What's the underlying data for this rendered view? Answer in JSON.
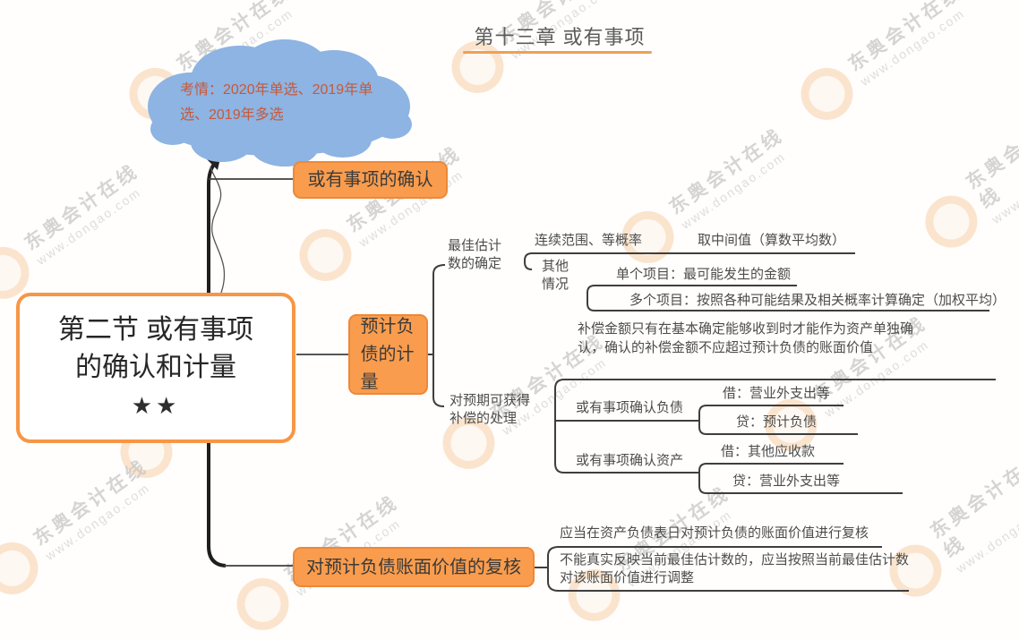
{
  "page": {
    "title": "第十三章 或有事项",
    "watermark": {
      "brand": "东奥会计在线",
      "url": "www.dongao.com"
    }
  },
  "cloud": {
    "text": "考情：2020年单选、2019年单选、2019年多选"
  },
  "root": {
    "line1": "第二节 或有事项",
    "line2": "的确认和计量",
    "stars": "★★"
  },
  "branches": {
    "confirm": {
      "label": "或有事项的确认"
    },
    "measure": {
      "label": "预计负债的计量",
      "best_estimate": {
        "label": "最佳估计数的确定",
        "continuous": {
          "label": "连续范围、等概率",
          "result": "取中间值（算数平均数）"
        },
        "other": {
          "label": "其他情况",
          "single": "单个项目：最可能发生的金额",
          "multiple": "多个项目：按照各种可能结果及相关概率计算确定（加权平均）"
        }
      },
      "compensation": {
        "label": "对预期可获得补偿的处理",
        "note": "补偿金额只有在基本确定能够收到时才能作为资产单独确认，确认的补偿金额不应超过预计负债的账面价值",
        "liability": {
          "label": "或有事项确认负债",
          "debit": "借：营业外支出等",
          "credit": "贷：预计负债"
        },
        "asset": {
          "label": "或有事项确认资产",
          "debit": "借：其他应收款",
          "credit": "贷：营业外支出等"
        }
      }
    },
    "review": {
      "label": "对预计负债账面价值的复核",
      "rule1": "应当在资产负债表日对预计负债的账面价值进行复核",
      "rule2": "不能真实反映当前最佳估计数的，应当按照当前最佳估计数对该账面价值进行调整"
    }
  },
  "colors": {
    "accent": "#f79646",
    "node_fill": "#f99c4d",
    "node_border": "#ee8838",
    "cloud_fill": "#8db4e2",
    "cloud_text": "#c7593b",
    "line": "#3e3e3e",
    "trunk": "#1e1e1e"
  }
}
